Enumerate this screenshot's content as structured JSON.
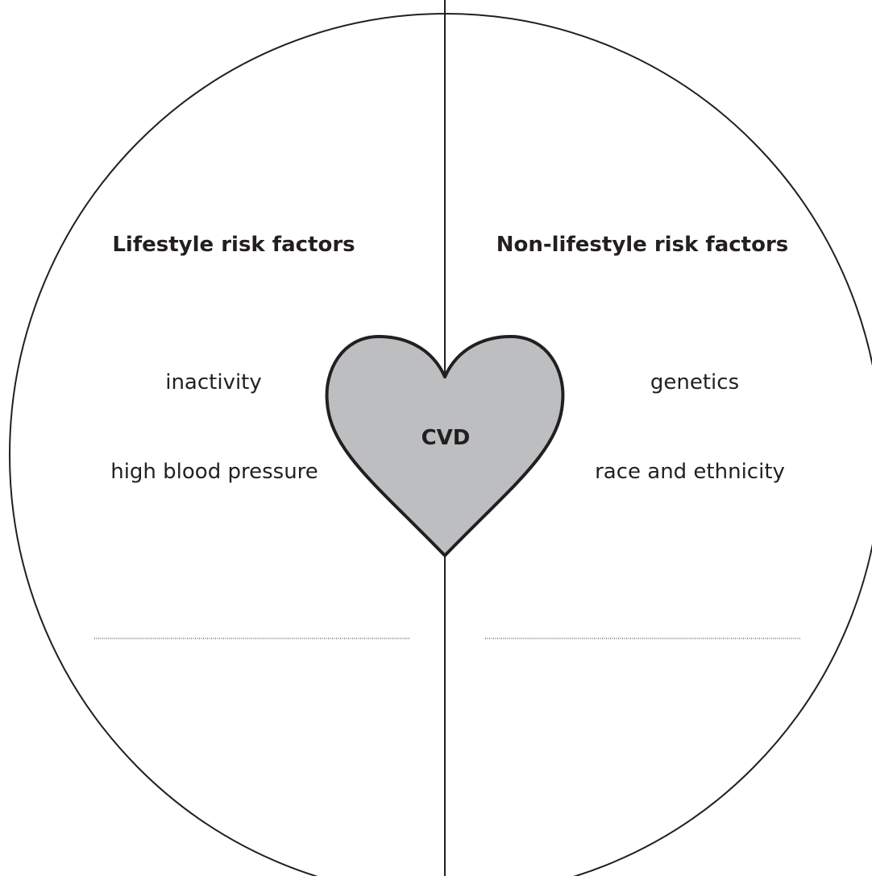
{
  "diagram": {
    "left": {
      "heading": "Lifestyle risk factors",
      "items": [
        "inactivity",
        "high blood pressure"
      ]
    },
    "right": {
      "heading": "Non-lifestyle risk factors",
      "items": [
        "genetics",
        "race and ethnicity"
      ]
    },
    "center": {
      "label": "CVD"
    },
    "colors": {
      "line": "#231f20",
      "heart_fill": "#bcbec0",
      "background": "#ffffff"
    }
  }
}
